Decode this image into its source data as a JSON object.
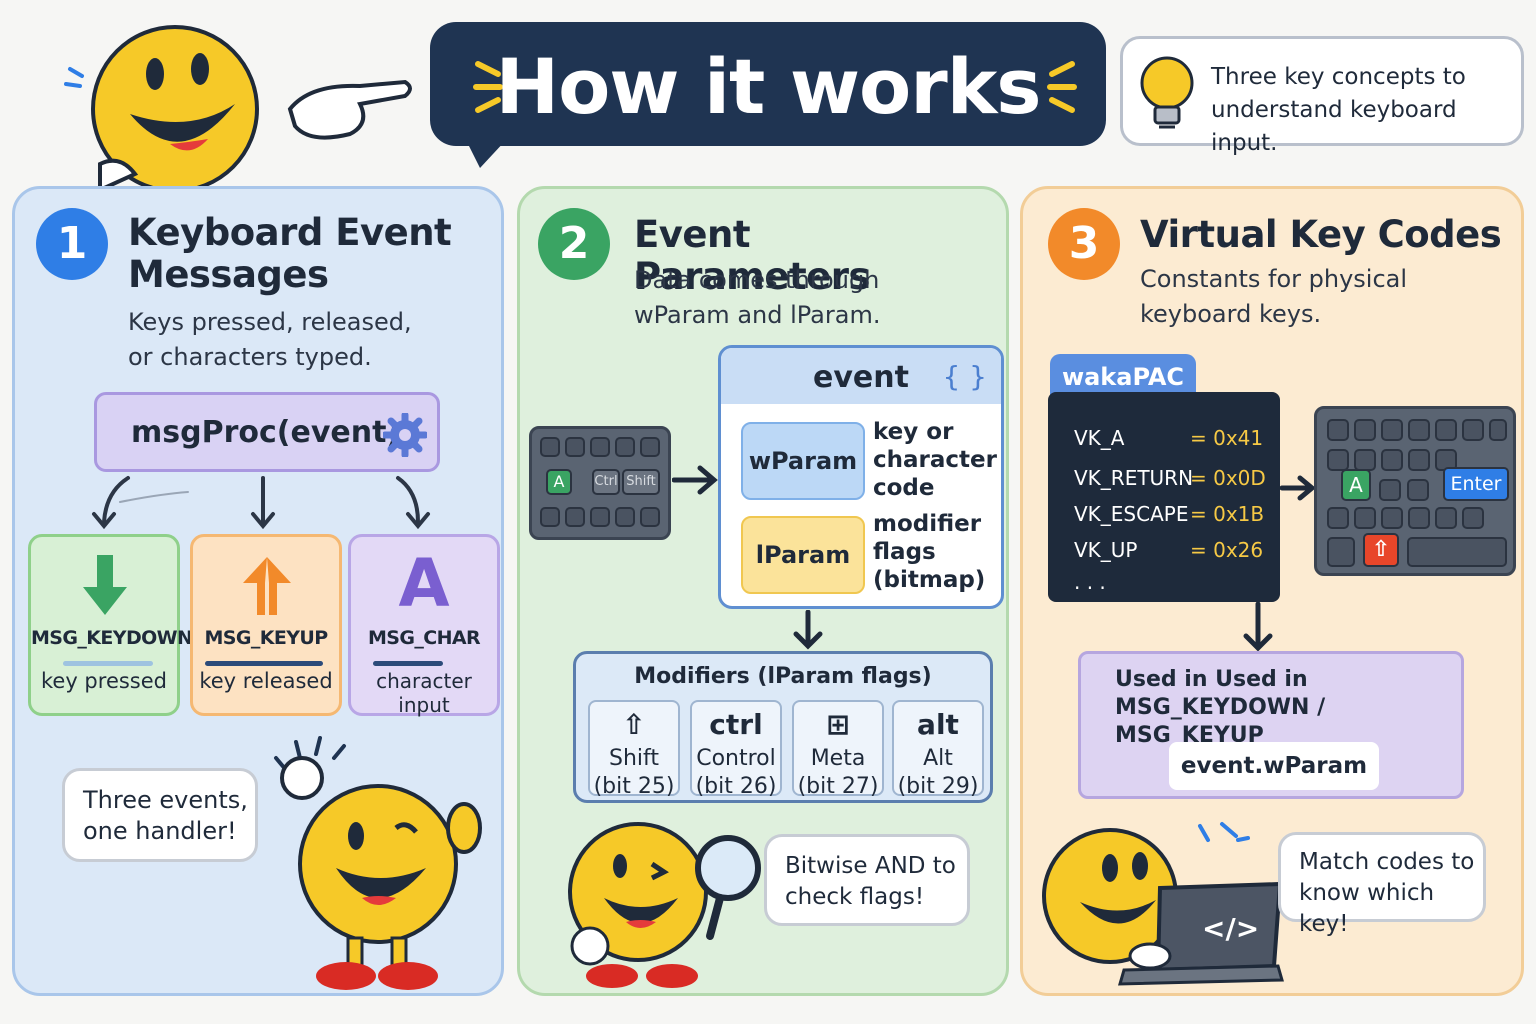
{
  "header": {
    "title": "How it works",
    "tip": "Three key concepts to understand keyboard input."
  },
  "colors": {
    "blue": "#2f7ee6",
    "green": "#3aa463",
    "orange": "#f28a2a",
    "navy": "#1f3452"
  },
  "section1": {
    "number": "1",
    "title": "Keyboard Event Messages",
    "subtitle": "Keys pressed, released, or characters typed.",
    "handler": "msgProc(event)",
    "events": [
      {
        "name": "MSG_KEYDOWN",
        "desc": "key pressed",
        "icon": "arrow-down-icon"
      },
      {
        "name": "MSG_KEYUP",
        "desc": "key released",
        "icon": "arrow-up-icon"
      },
      {
        "name": "MSG_CHAR",
        "desc": "character input",
        "icon": "letter-a-icon",
        "glyph": "A"
      }
    ],
    "bubble": "Three events, one handler!"
  },
  "section2": {
    "number": "2",
    "title": "Event Parameters",
    "subtitle": "Data comes through wParam and lParam.",
    "keyboard_keys": {
      "a": "A",
      "ctrl": "Ctrl",
      "shift": "Shift"
    },
    "event_label": "event",
    "braces": "{ }",
    "params": [
      {
        "name": "wParam",
        "desc": "key or character code"
      },
      {
        "name": "lParam",
        "desc": "modifier flags (bitmap)"
      }
    ],
    "modifiers_title": "Modifiers (lParam flags)",
    "modifiers": [
      {
        "icon": "⇧",
        "name": "Shift",
        "bit": "(bit 25)"
      },
      {
        "icon": "ctrl",
        "name": "Control",
        "bit": "(bit 26)"
      },
      {
        "icon": "⊞",
        "name": "Meta",
        "bit": "(bit 27)"
      },
      {
        "icon": "alt",
        "name": "Alt",
        "bit": "(bit 29)"
      }
    ],
    "bubble": "Bitwise AND to check flags!"
  },
  "section3": {
    "number": "3",
    "title": "Virtual Key Codes",
    "subtitle": "Constants for physical keyboard keys.",
    "code_tab": "wakaPAC",
    "codes": [
      {
        "name": "VK_A",
        "value": "= 0x41"
      },
      {
        "name": "VK_RETURN",
        "value": "= 0x0D"
      },
      {
        "name": "VK_ESCAPE",
        "value": "= 0x1B"
      },
      {
        "name": "VK_UP",
        "value": "= 0x26"
      }
    ],
    "ellipsis": ". . .",
    "keyboard_keys": {
      "a": "A",
      "enter": "Enter",
      "up": "⇧"
    },
    "used_in": "Used in   Used in MSG_KEYDOWN / MSG_KEYUP",
    "used_value": "event.wParam",
    "bubble": "Match codes to know which key!"
  }
}
